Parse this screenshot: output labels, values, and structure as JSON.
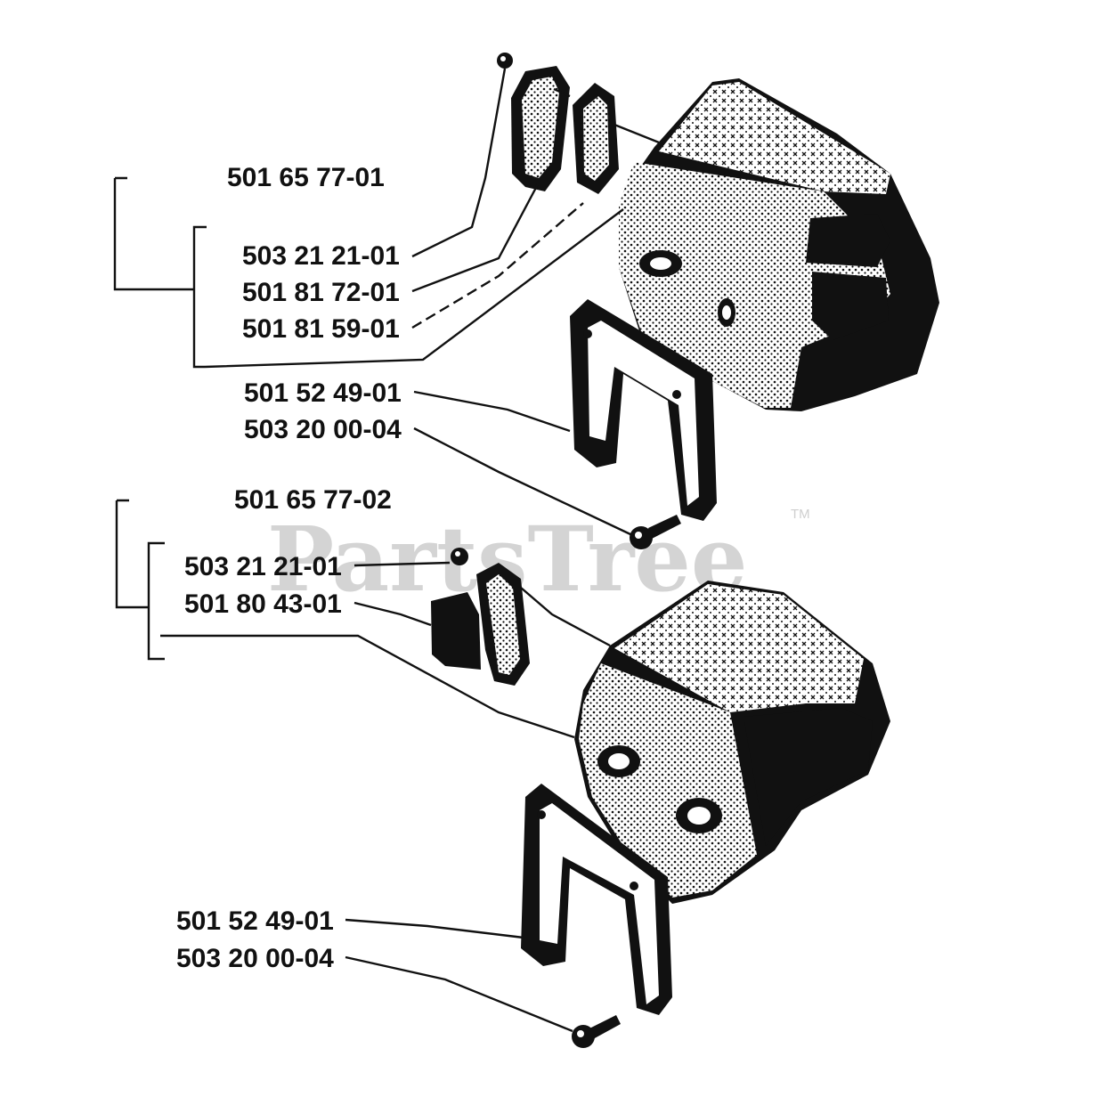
{
  "watermark": {
    "text": "PartsTree",
    "tm": "TM"
  },
  "colors": {
    "ink": "#111111",
    "watermark": "#d4d4d4",
    "background": "#ffffff"
  },
  "groups": [
    {
      "kit_label": "501 65 77-01",
      "parts": [
        {
          "number": "503 21 21-01"
        },
        {
          "number": "501 81 72-01"
        },
        {
          "number": "501 81 59-01"
        },
        {
          "number": "501 52 49-01"
        },
        {
          "number": "503 20 00-04"
        }
      ]
    },
    {
      "kit_label": "501 65 77-02",
      "parts": [
        {
          "number": "503 21 21-01"
        },
        {
          "number": "501 80 43-01"
        },
        {
          "number": "501 52 49-01"
        },
        {
          "number": "503 20 00-04"
        }
      ]
    }
  ]
}
